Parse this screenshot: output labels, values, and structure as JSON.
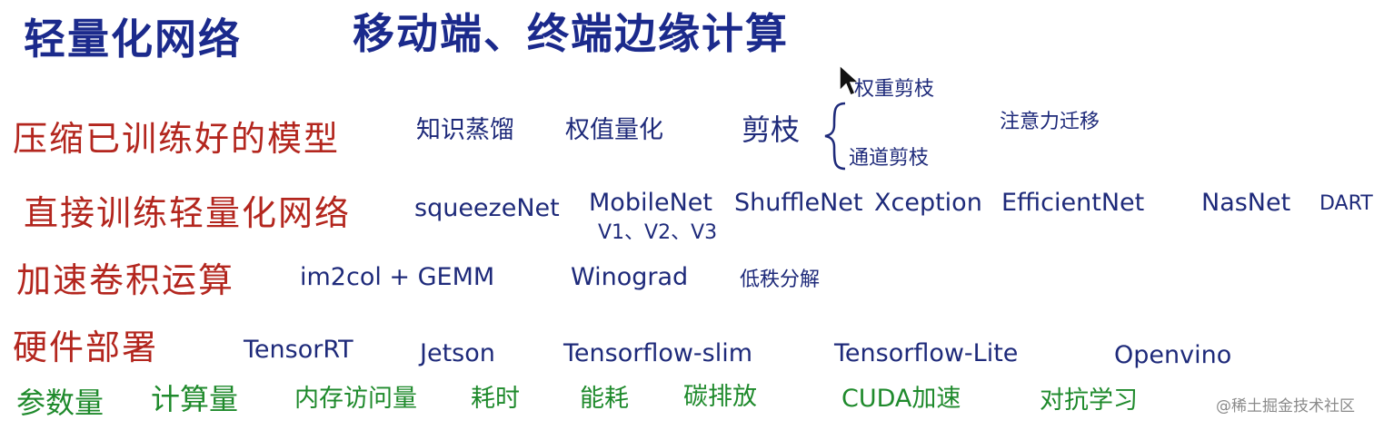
{
  "colors": {
    "title": "#1b2a8c",
    "red": "#b3261e",
    "blue": "#1e2a7a",
    "green": "#1f8a2c",
    "watermark": "#8a8a8a"
  },
  "title": {
    "left": "轻量化网络",
    "right": "移动端、终端边缘计算"
  },
  "rows": {
    "compress": {
      "label": "压缩已训练好的模型",
      "items": [
        "知识蒸馏",
        "权值量化",
        "剪枝"
      ],
      "prune_sub": [
        "权重剪枝",
        "通道剪枝"
      ],
      "extra": "注意力迁移"
    },
    "train": {
      "label": "直接训练轻量化网络",
      "items": [
        "squeezeNet",
        "MobileNet",
        "ShuffleNet",
        "Xception",
        "EfficientNet",
        "NasNet",
        "DARTS"
      ],
      "mobilenet_versions": "V1、V2、V3"
    },
    "conv": {
      "label": "加速卷积运算",
      "items": [
        "im2col + GEMM",
        "Winograd",
        "低秩分解"
      ]
    },
    "hardware": {
      "label": "硬件部署",
      "items": [
        "TensorRT",
        "Jetson",
        "Tensorflow-slim",
        "Tensorflow-Lite",
        "Openvino"
      ]
    },
    "metrics": {
      "items": [
        "参数量",
        "计算量",
        "内存访问量",
        "耗时",
        "能耗",
        "碳排放",
        "CUDA加速",
        "对抗学习"
      ]
    }
  },
  "watermark": "@稀土掘金技术社区"
}
